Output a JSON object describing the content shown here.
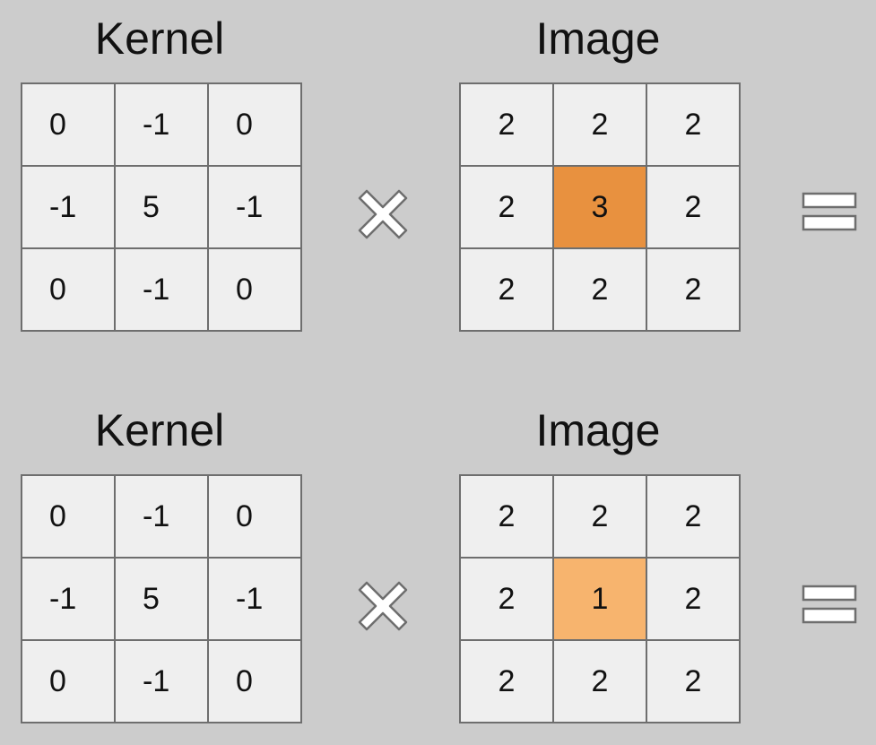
{
  "rows": [
    {
      "kernel_title": "Kernel",
      "image_title": "Image",
      "kernel": [
        "0",
        "-1",
        "0",
        "-1",
        "5",
        "-1",
        "0",
        "-1",
        "0"
      ],
      "image": [
        "2",
        "2",
        "2",
        "2",
        "3",
        "2",
        "2",
        "2",
        "2"
      ],
      "highlight_color": "#e8913f"
    },
    {
      "kernel_title": "Kernel",
      "image_title": "Image",
      "kernel": [
        "0",
        "-1",
        "0",
        "-1",
        "5",
        "-1",
        "0",
        "-1",
        "0"
      ],
      "image": [
        "2",
        "2",
        "2",
        "2",
        "1",
        "2",
        "2",
        "2",
        "2"
      ],
      "highlight_color": "#f7b46e"
    }
  ],
  "operator_icons": [
    "times-icon",
    "equals-icon"
  ]
}
